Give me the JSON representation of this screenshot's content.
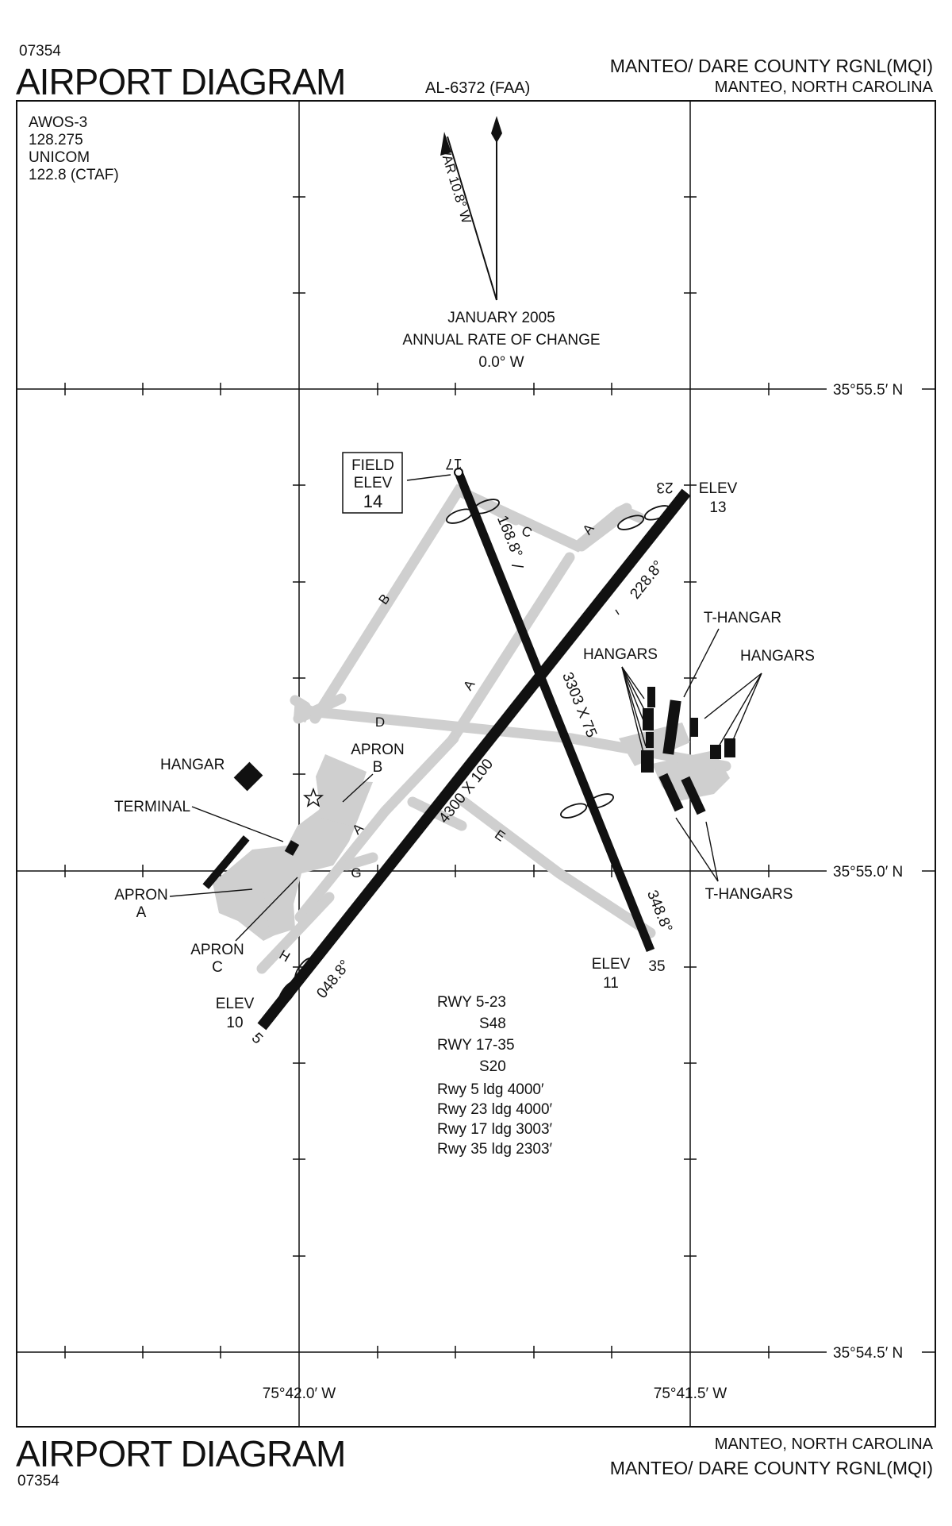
{
  "header": {
    "doc_number": "07354",
    "title": "AIRPORT DIAGRAM",
    "procedure_id": "AL-6372 (FAA)",
    "airport_name": "MANTEO/ DARE COUNTY RGNL(MQI)",
    "city_state": "MANTEO, NORTH CAROLINA"
  },
  "footer": {
    "title": "AIRPORT DIAGRAM",
    "doc_number": "07354",
    "city_state": "MANTEO, NORTH CAROLINA",
    "airport_name": "MANTEO/ DARE COUNTY RGNL(MQI)"
  },
  "comms": {
    "awos_label": "AWOS-3",
    "awos_freq": "128.275",
    "unicom_label": "UNICOM",
    "unicom_freq": "122.8 (CTAF)"
  },
  "magnetic": {
    "variation": "VAR 10.8° W",
    "epoch": "JANUARY 2005",
    "rate_label": "ANNUAL RATE OF CHANGE",
    "rate_value": "0.0° W"
  },
  "coordinates": {
    "lat_top": "35°55.5′ N",
    "lat_mid": "35°55.0′ N",
    "lat_bottom": "35°54.5′ N",
    "lon_left": "75°42.0′ W",
    "lon_right": "75°41.5′ W"
  },
  "field_elevation": {
    "line1": "FIELD",
    "line2": "ELEV",
    "value": "14"
  },
  "runways": {
    "rwy5_23": {
      "end5": "5",
      "end23": "23",
      "dimensions": "4300 X 100",
      "hdg5": "048.8°",
      "hdg23": "228.8°",
      "elev5_label": "ELEV",
      "elev5": "10",
      "elev23_label": "ELEV",
      "elev23": "13"
    },
    "rwy17_35": {
      "end17": "17",
      "end35": "35",
      "dimensions": "3303 X 75",
      "hdg17": "168.8°",
      "hdg35": "348.8°",
      "elev35_label": "ELEV",
      "elev35": "11"
    }
  },
  "taxiways": {
    "A": "A",
    "B": "B",
    "C": "C",
    "D": "D",
    "E": "E",
    "G": "G",
    "H": "H"
  },
  "facilities": {
    "hangar": "HANGAR",
    "terminal": "TERMINAL",
    "apron_a_1": "APRON",
    "apron_a_2": "A",
    "apron_b_1": "APRON",
    "apron_b_2": "B",
    "apron_c_1": "APRON",
    "apron_c_2": "C",
    "hangars_left": "HANGARS",
    "t_hangar": "T-HANGAR",
    "hangars_right": "HANGARS",
    "t_hangars": "T-HANGARS"
  },
  "runway_info": {
    "line1": "RWY 5-23",
    "line2": "S48",
    "line3": "RWY 17-35",
    "line4": "S20",
    "line5": "Rwy 5 ldg 4000′",
    "line6": "Rwy 23 ldg 4000′",
    "line7": "Rwy 17 ldg 3003′",
    "line8": "Rwy 35 ldg 2303′"
  }
}
